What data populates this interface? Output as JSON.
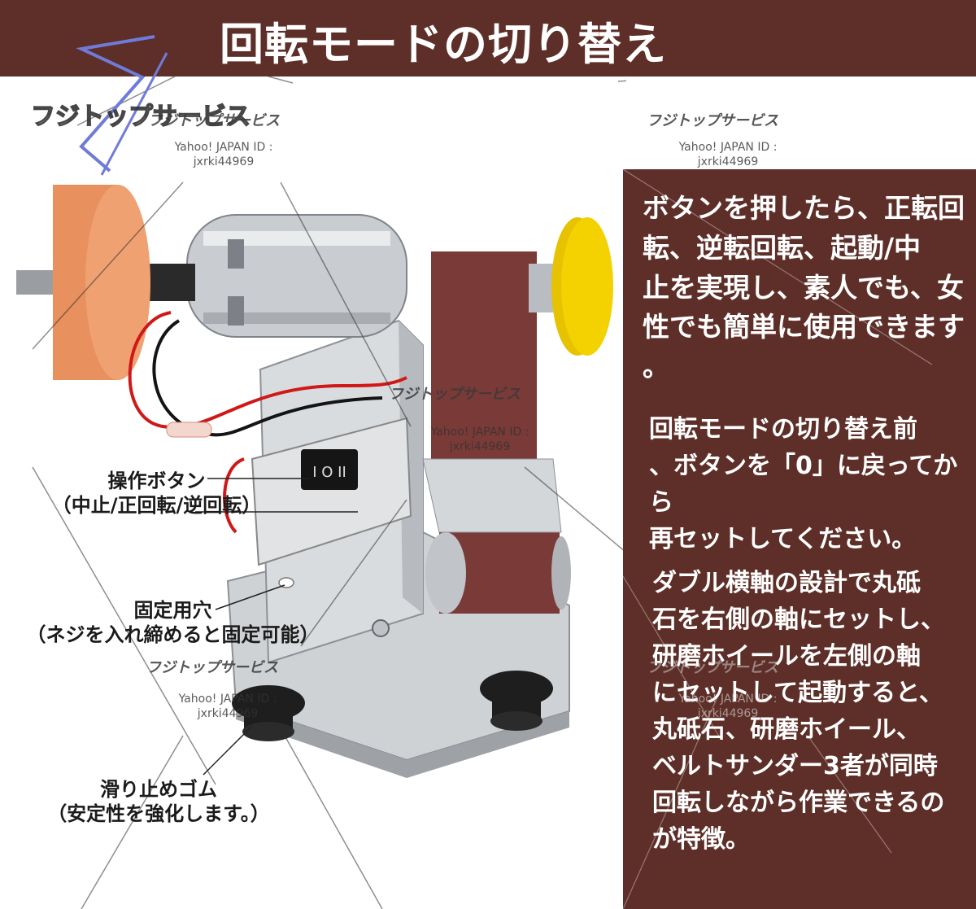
{
  "banner": {
    "title": "回転モードの切り替え"
  },
  "watermark": {
    "logo_text": "フジトップサービス",
    "brand": "フジトップサービス",
    "id_label": "Yahoo! JAPAN ID :",
    "id_value": "jxrki44969"
  },
  "callouts": {
    "switch_title": "操作ボタン",
    "switch_sub": "（中止/正回転/逆回転）",
    "hole_title": "固定用穴",
    "hole_sub": "（ネジを入れ締めると固定可能）",
    "rubber_title": "滑り止めゴム",
    "rubber_sub": "（安定性を強化します。）"
  },
  "panel": {
    "p1_l1": "ボタンを押したら、正転回",
    "p1_l2": "転、逆転回転、起動/中",
    "p1_l3": "止を実現し、素人でも、女",
    "p1_l4": "性でも簡単に使用できます",
    "p1_l5": "。",
    "p2_l1": "回転モードの切り替え前",
    "p2_l2": "、ボタンを「0」に戻ってから",
    "p2_l3": "再セットしてください。",
    "p3_l1": "ダブル横軸の設計で丸砥",
    "p3_l2": "石を右側の軸にセットし、",
    "p3_l3": "研磨ホイールを左側の軸",
    "p3_l4": "にセットして起動すると、",
    "p3_l5": "丸砥石、研磨ホイール、",
    "p3_l6": "ベルトサンダー3者が同時",
    "p3_l7": "回転しながら作業できるの",
    "p3_l8": "が特徴。"
  },
  "switch_glyphs": "I O II",
  "colors": {
    "banner": "#5e2f28",
    "panel": "#5e2f28",
    "text_light": "#ffffff",
    "wheel": "#e8905e",
    "belt": "#7a3a38",
    "pad": "#f4d100"
  }
}
